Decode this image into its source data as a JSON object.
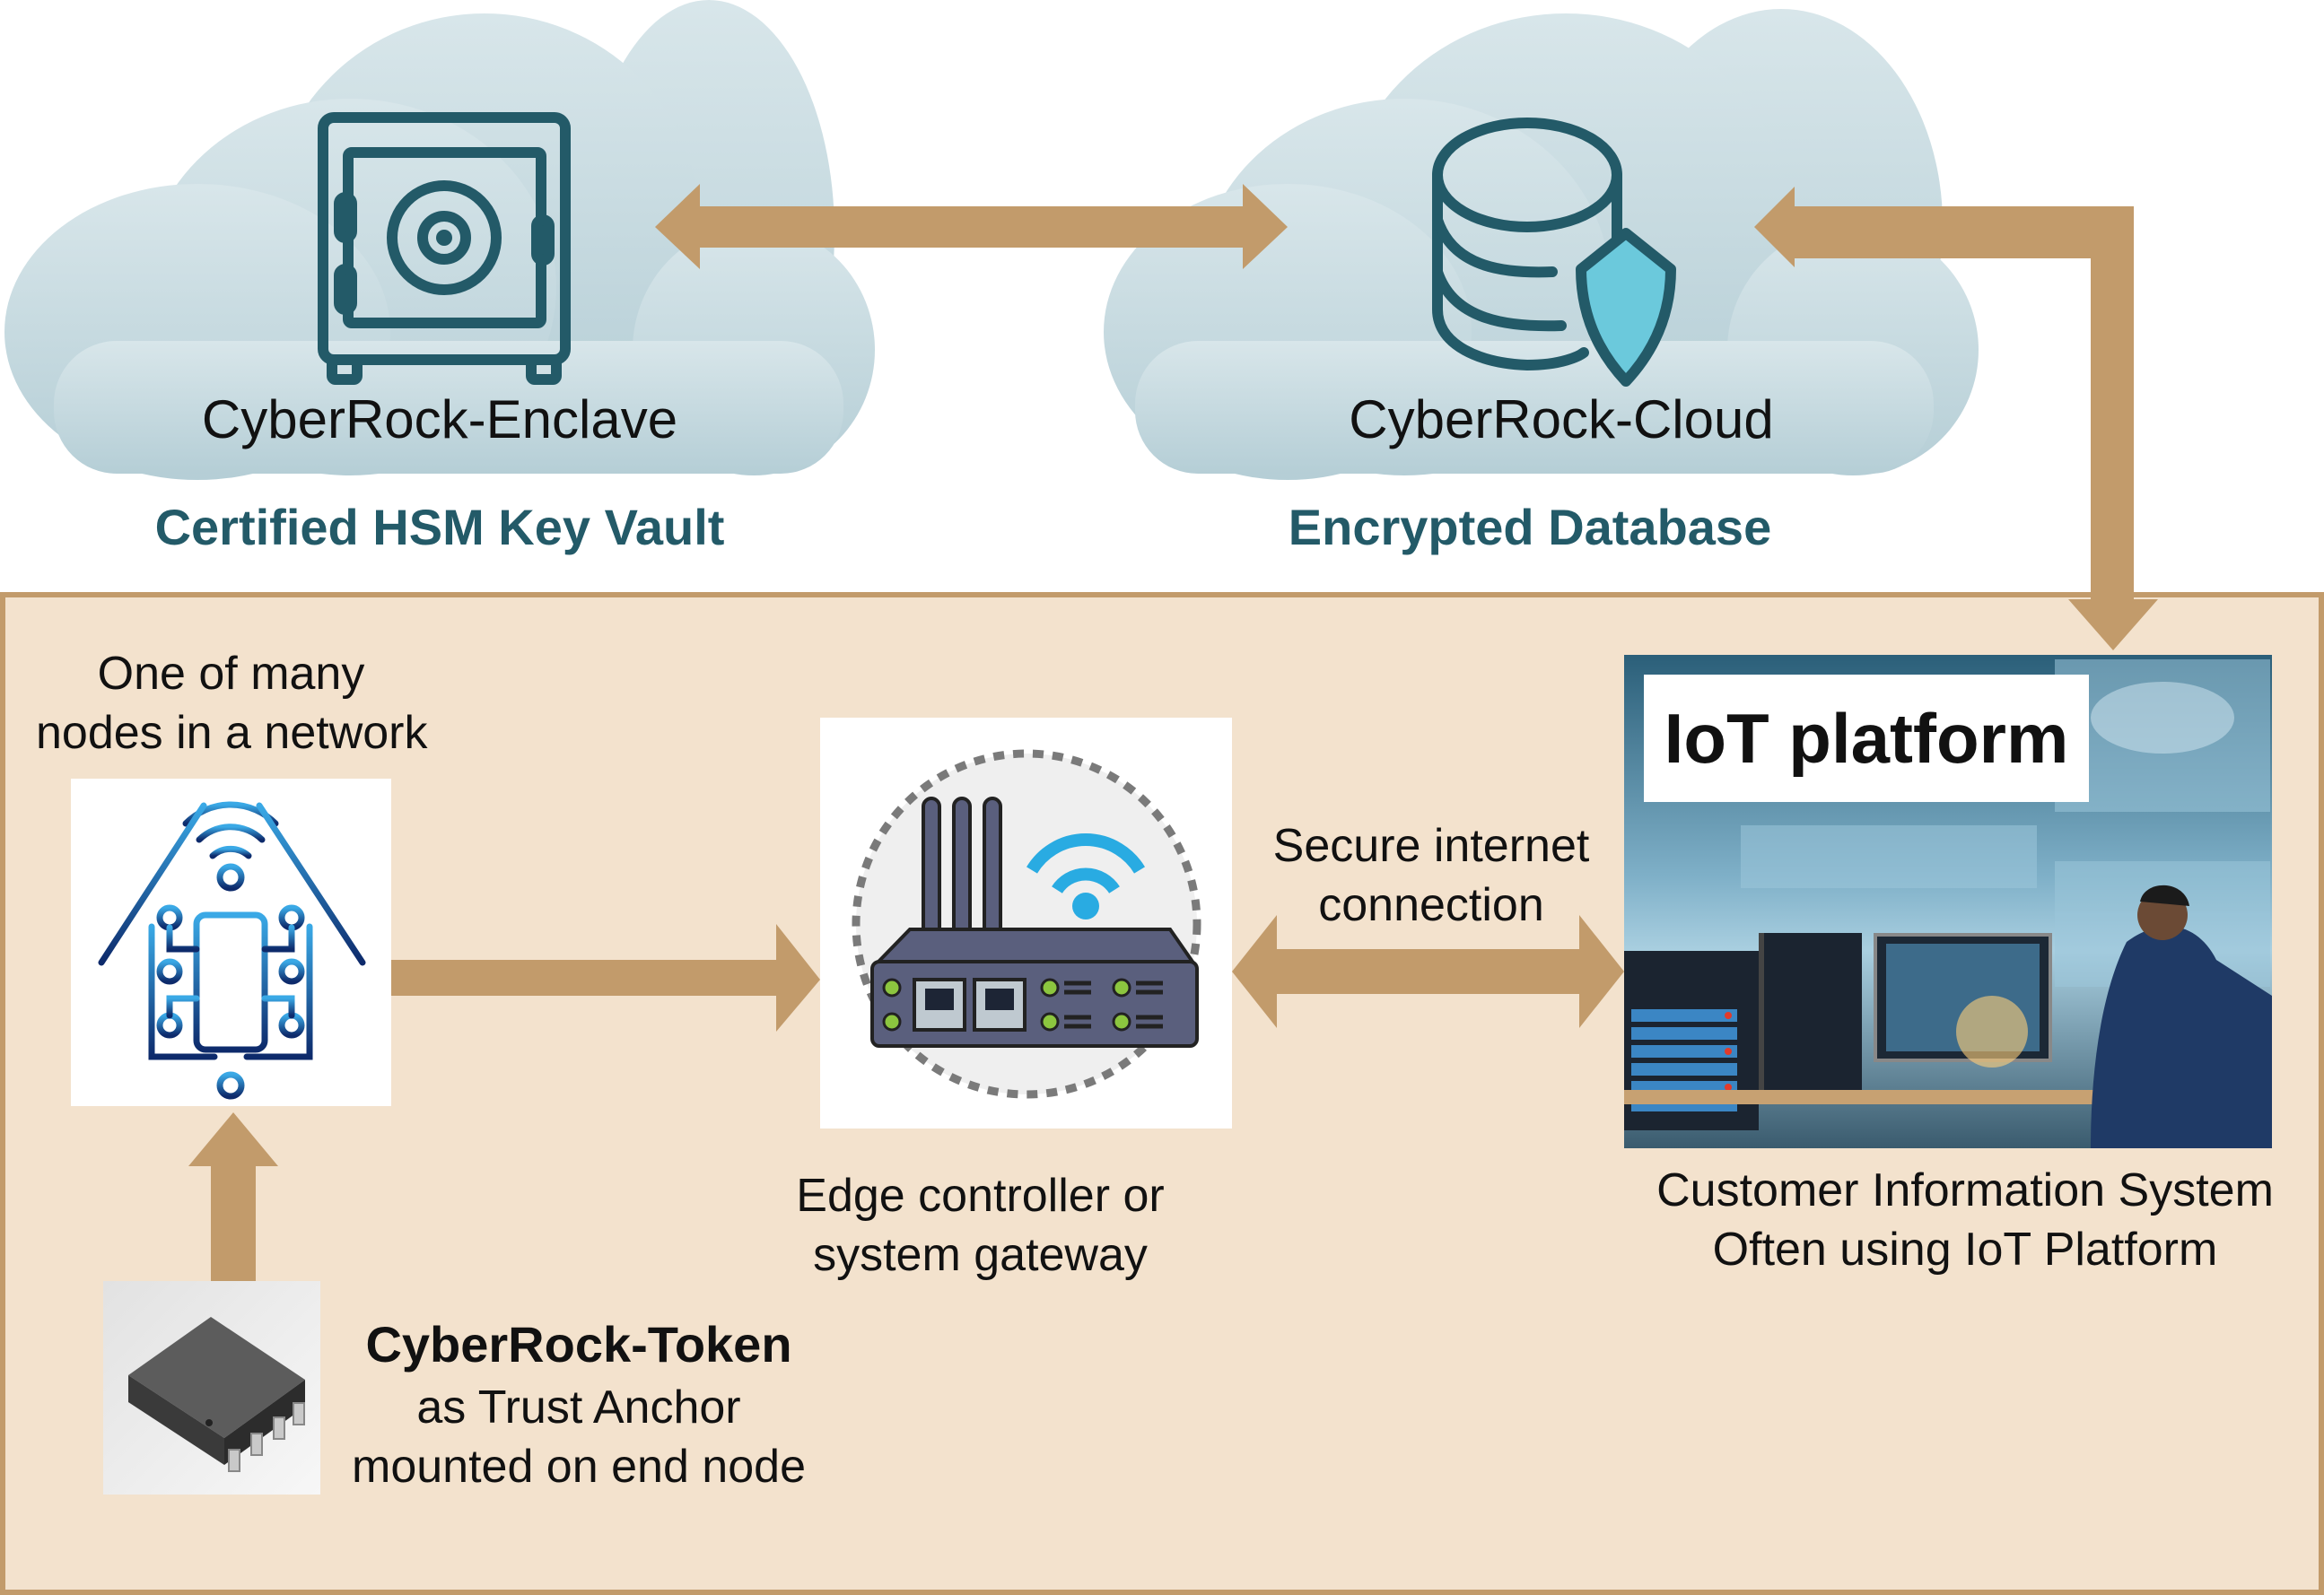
{
  "clouds": {
    "enclave": {
      "name": "CyberRock-Enclave",
      "caption": "Certified HSM Key Vault",
      "icon": "safe-icon"
    },
    "cloud": {
      "name": "CyberRock-Cloud",
      "caption": "Encrypted Database",
      "icon": "database-shield-icon"
    }
  },
  "network": {
    "node": {
      "caption_line1": "One of many",
      "caption_line2": "nodes in a network",
      "icon": "iot-house-icon"
    },
    "gateway": {
      "caption_line1": "Edge controller or",
      "caption_line2": "system gateway",
      "icon": "router-icon"
    },
    "connection": {
      "label_line1": "Secure internet",
      "label_line2": "connection"
    },
    "iot": {
      "badge": "IoT platform",
      "caption_line1": "Customer Information System",
      "caption_line2": "Often using IoT Platform",
      "icon": "control-room-image"
    },
    "token": {
      "title": "CyberRock-Token",
      "line2": "as Trust Anchor",
      "line3": "mounted on end node",
      "icon": "chip-icon"
    }
  },
  "colors": {
    "arrow": "#c29b6b",
    "panel_fill": "#f3e2cd",
    "cloud": "#c6dbe1",
    "icon_teal": "#235a68",
    "shield": "#6bc9dc",
    "wifi_blue": "#29abe2"
  }
}
